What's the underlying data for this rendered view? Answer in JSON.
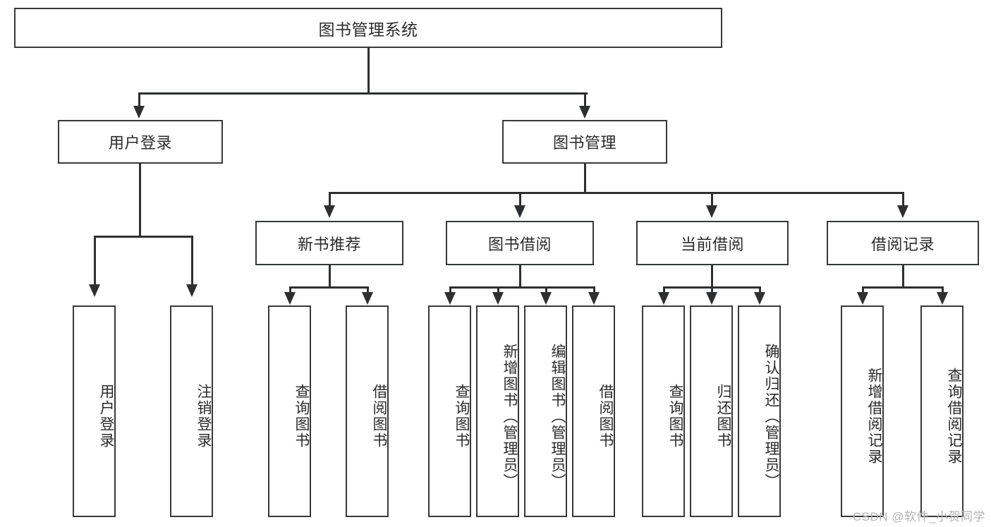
{
  "diagram": {
    "title": "图书管理系统",
    "type": "tree-hierarchy-diagram",
    "root": {
      "label": "图书管理系统"
    },
    "level2": [
      {
        "label": "用户登录"
      },
      {
        "label": "图书管理"
      }
    ],
    "level3": [
      {
        "label": "新书推荐"
      },
      {
        "label": "图书借阅"
      },
      {
        "label": "当前借阅"
      },
      {
        "label": "借阅记录"
      }
    ],
    "leaves": {
      "user_login": [
        {
          "label": "用户登录"
        },
        {
          "label": "注销登录"
        }
      ],
      "new_book_recommend": [
        {
          "label": "查询图书"
        },
        {
          "label": "借阅图书"
        }
      ],
      "book_borrow": [
        {
          "label": "查询图书"
        },
        {
          "label": "新增图书（管理员）"
        },
        {
          "label": "编辑图书（管理员）"
        },
        {
          "label": "借阅图书"
        }
      ],
      "current_borrow": [
        {
          "label": "查询图书"
        },
        {
          "label": "归还图书"
        },
        {
          "label": "确认归还（管理员）"
        }
      ],
      "borrow_record": [
        {
          "label": "新增借阅记录"
        },
        {
          "label": "查询借阅记录"
        }
      ]
    }
  },
  "watermark": {
    "text": "CSDN @软件_小贺同学"
  },
  "colors": {
    "border": "#37393b",
    "connector": "#2d2f31",
    "text": "#2b2b2b",
    "background": "#ffffff",
    "watermark": "#b4b4b4"
  }
}
